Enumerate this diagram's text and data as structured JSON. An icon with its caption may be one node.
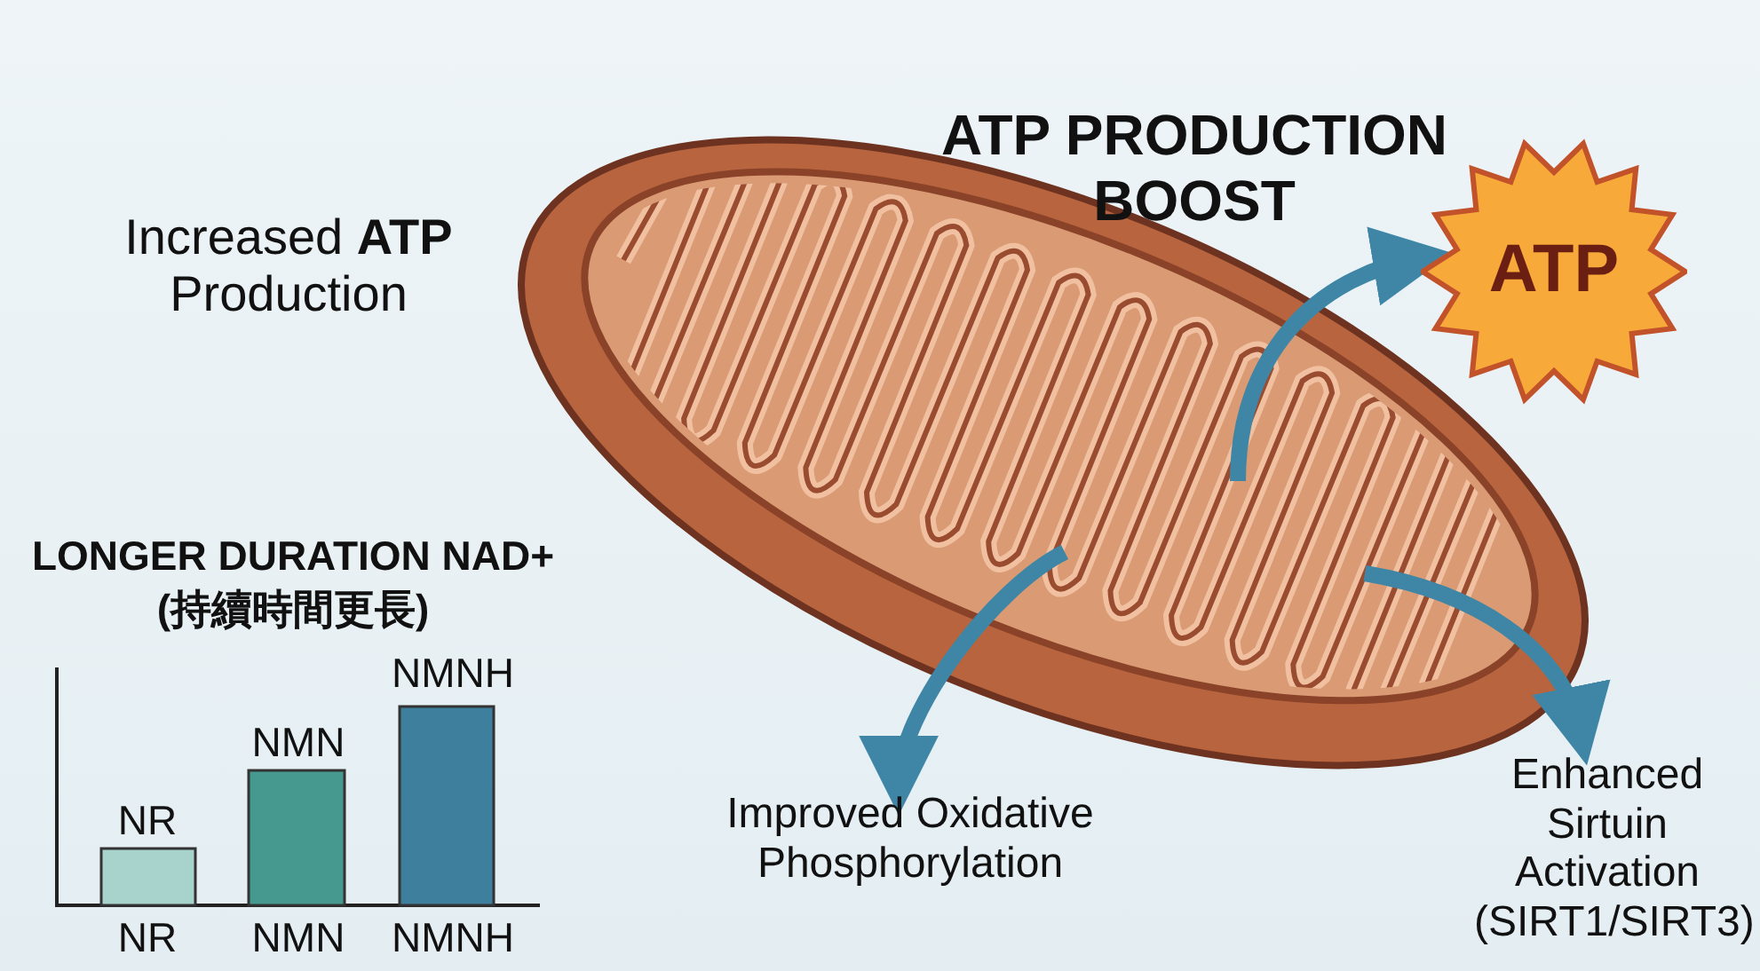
{
  "diagram": {
    "nodes": [
      {
        "text": [],
        "shape": "picture"
      },
      {
        "text": [
          "ATP"
        ]
      },
      {
        "text": [
          "Improved Oxidative Phosphorylation"
        ]
      },
      {
        "text": [
          "Enhanced Sirtuin Activation (SIRT1/SIRT3)"
        ]
      }
    ],
    "edges": [
      {
        "from": 0,
        "to": 1,
        "arrow": "to"
      },
      {
        "from": 0,
        "to": 2,
        "arrow": "to"
      },
      {
        "from": 0,
        "to": 3,
        "arrow": "to"
      }
    ],
    "labels": [
      "ATP PRODUCTION BOOST",
      "Increased **ATP** Production",
      "LONGER DURATION NAD+",
      "(持續時間更長)",
      "NMNH",
      "NMN",
      "NR",
      "NR",
      "NMN",
      "NMNH"
    ]
  }
}
